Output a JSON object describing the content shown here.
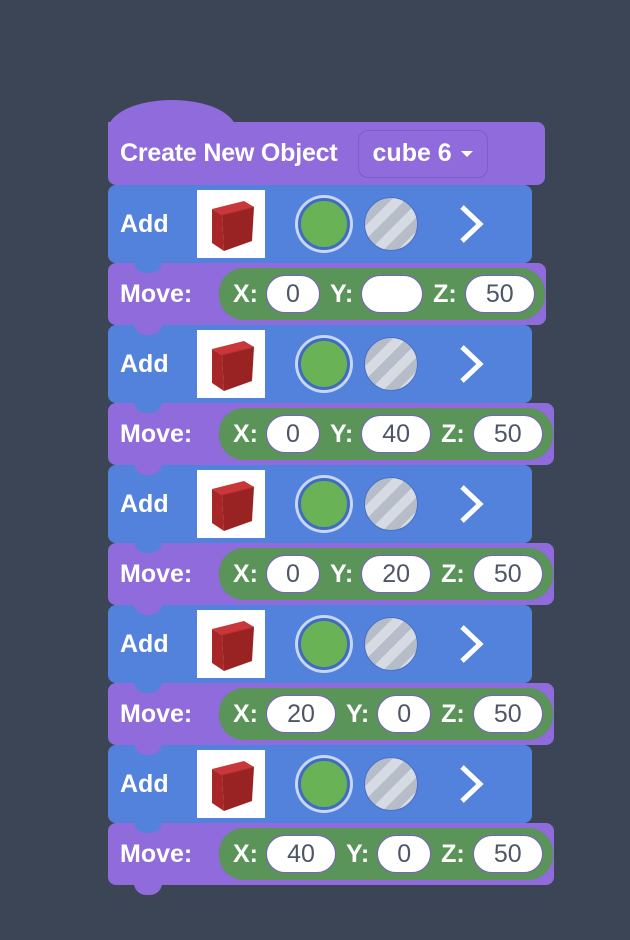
{
  "canvas": {
    "background": "#3c4556"
  },
  "colors": {
    "hat": "#8f6bdc",
    "add": "#5382dd",
    "move": "#8f6bdc",
    "vector": "#5a9458",
    "color_swatch": "#69b356",
    "cube": "#b22a2a"
  },
  "hat_block": {
    "label": "Create New Object",
    "dropdown_value": "cube 6"
  },
  "rows": [
    {
      "add": {
        "label": "Add",
        "thumbnail": "red-cube"
      },
      "move": {
        "label": "Move:",
        "x_label": "X:",
        "x": "0",
        "y_label": "Y:",
        "y": "",
        "z_label": "Z:",
        "z": "50"
      }
    },
    {
      "add": {
        "label": "Add",
        "thumbnail": "red-cube"
      },
      "move": {
        "label": "Move:",
        "x_label": "X:",
        "x": "0",
        "y_label": "Y:",
        "y": "40",
        "z_label": "Z:",
        "z": "50"
      }
    },
    {
      "add": {
        "label": "Add",
        "thumbnail": "red-cube"
      },
      "move": {
        "label": "Move:",
        "x_label": "X:",
        "x": "0",
        "y_label": "Y:",
        "y": "20",
        "z_label": "Z:",
        "z": "50"
      }
    },
    {
      "add": {
        "label": "Add",
        "thumbnail": "red-cube"
      },
      "move": {
        "label": "Move:",
        "x_label": "X:",
        "x": "20",
        "y_label": "Y:",
        "y": "0",
        "z_label": "Z:",
        "z": "50"
      }
    },
    {
      "add": {
        "label": "Add",
        "thumbnail": "red-cube"
      },
      "move": {
        "label": "Move:",
        "x_label": "X:",
        "x": "40",
        "y_label": "Y:",
        "y": "0",
        "z_label": "Z:",
        "z": "50"
      }
    }
  ],
  "icons": {
    "dropdown": "caret-down-icon",
    "color": "green-color-swatch",
    "texture": "striped-texture-swatch",
    "expand": "chevron-right-icon"
  }
}
